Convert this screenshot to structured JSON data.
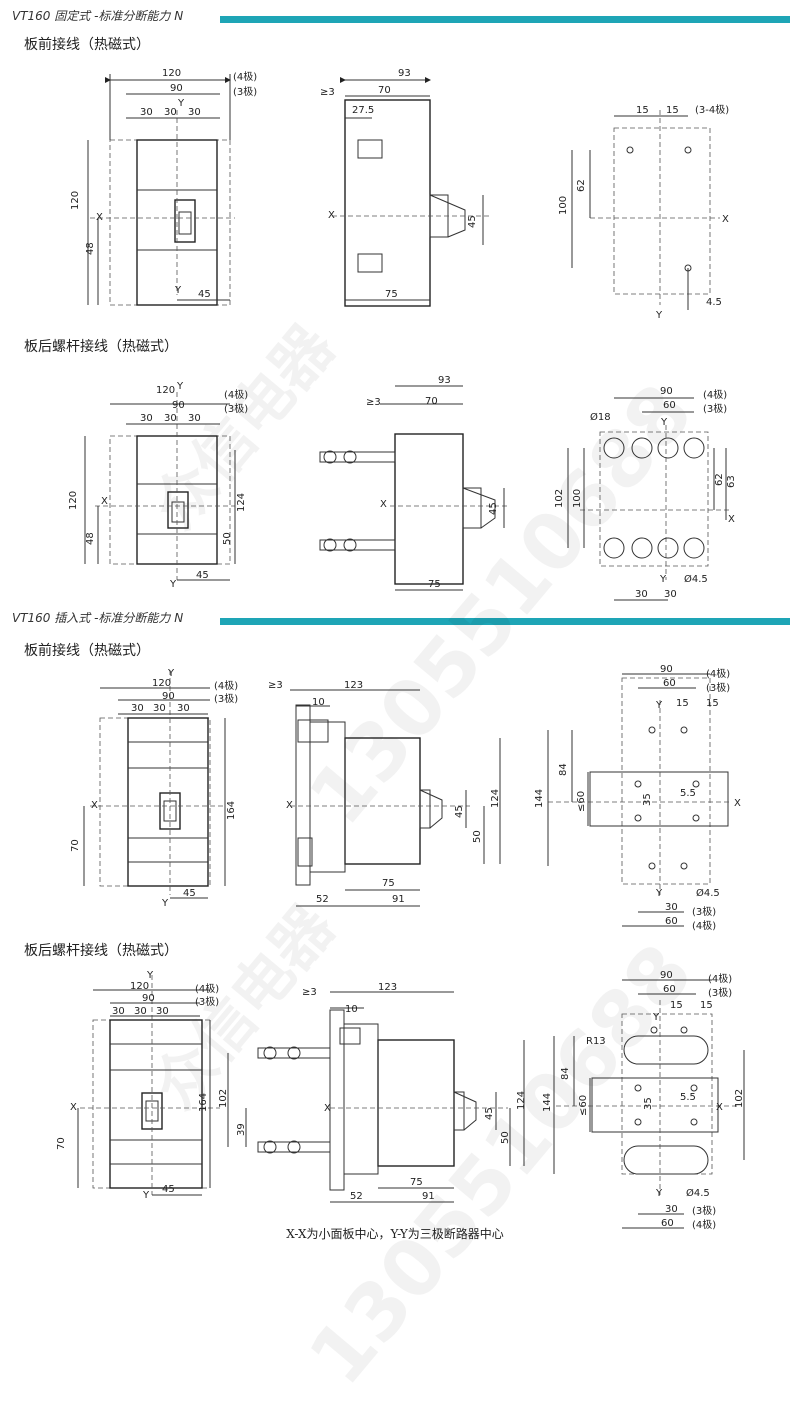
{
  "headers": [
    {
      "title": "VT160 固定式 -标准分断能力 N"
    },
    {
      "title": "VT160 插入式 -标准分断能力 N"
    }
  ],
  "subtitles": [
    "板前接线（热磁式）",
    "板后螺杆接线（热磁式）",
    "板前接线（热磁式）",
    "板后螺杆接线（热磁式）"
  ],
  "dims": {
    "d120": "120",
    "d90": "90",
    "d30": "30",
    "d93": "93",
    "d70": "70",
    "d27_5": "27.5",
    "d45": "45",
    "d48": "48",
    "d75": "75",
    "d15": "15",
    "d62": "62",
    "d100": "100",
    "d4_5": "4.5",
    "d18": "Ø18",
    "d60": "60",
    "d63": "63",
    "d102": "102",
    "d124": "124",
    "d50": "50",
    "d123": "123",
    "d10": "10",
    "d164": "164",
    "d52": "52",
    "d91": "91",
    "d84": "84",
    "d144": "144",
    "d35": "35",
    "d5_5": "5.5",
    "dle60": "≤60",
    "dphi4_5": "Ø4.5",
    "d39": "39",
    "dR13": "R13",
    "ge3": "≥3",
    "p4": "(4极)",
    "p3": "(3极)",
    "p34": "(3-4极)",
    "X": "X",
    "Y": "Y"
  },
  "footer": "X-X为小面板中心，Y-Y为三极断路器中心",
  "watermark": [
    "1305510688",
    "众信电器"
  ]
}
